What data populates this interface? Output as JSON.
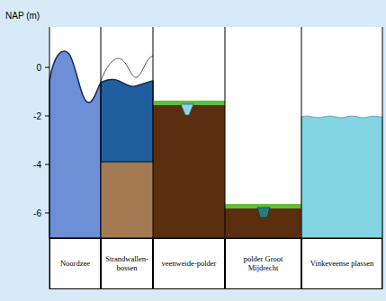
{
  "diagram": {
    "nodes": [
      {
        "text": [
          "Noordzee"
        ]
      },
      {
        "text": [
          "Strandwallen-bossen"
        ]
      },
      {
        "text": [
          "veenweide-polder"
        ]
      },
      {
        "text": [
          "polder Groot Mijdrecht"
        ]
      },
      {
        "text": [
          "Vinkeveense plassen"
        ]
      }
    ],
    "labels": [
      "NAP (m)",
      "0",
      "-2",
      "-4",
      "-6"
    ]
  }
}
